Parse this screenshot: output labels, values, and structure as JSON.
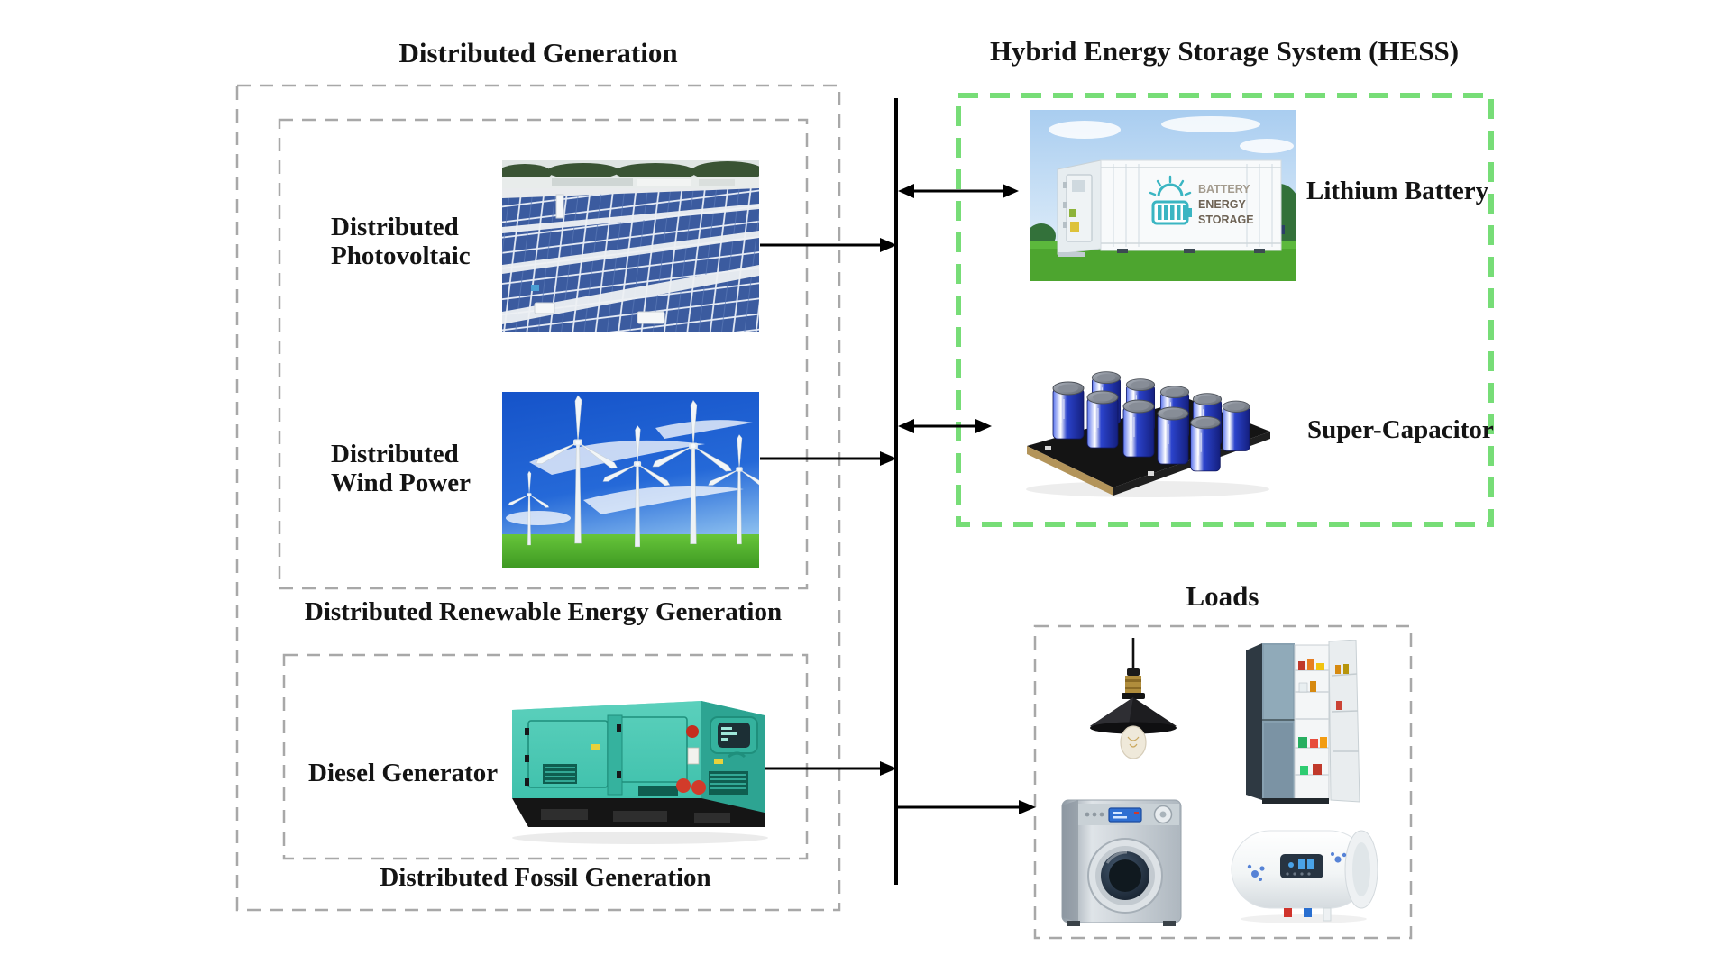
{
  "colors": {
    "text": "#141414",
    "line": "#000000",
    "gray-dash": "#a8a8a8",
    "green-dash": "#77dd77",
    "generator-teal": "#3fc1ac",
    "panel-blue": "#3b5b9f",
    "sky-blue": "#2569d8",
    "grass-green": "#4fae2d",
    "capacitor-blue": "#2b43cc",
    "logo-teal": "#3ab5c2"
  },
  "left": {
    "title": "Distributed Generation",
    "renewable": {
      "label": "Distributed Renewable Energy Generation",
      "pv": {
        "line1": "Distributed",
        "line2": "Photovoltaic"
      },
      "wind": {
        "line1": "Distributed",
        "line2": "Wind Power"
      }
    },
    "fossil": {
      "label": "Distributed Fossil Generation",
      "diesel_label": "Diesel Generator"
    }
  },
  "hess": {
    "title": "Hybrid Energy Storage System (HESS)",
    "battery": {
      "label": "Lithium Battery",
      "logo_line1": "BATTERY",
      "logo_line2": "ENERGY",
      "logo_line3": "STORAGE"
    },
    "supercap": {
      "label": "Super-Capacitor"
    }
  },
  "loads": {
    "title": "Loads"
  }
}
